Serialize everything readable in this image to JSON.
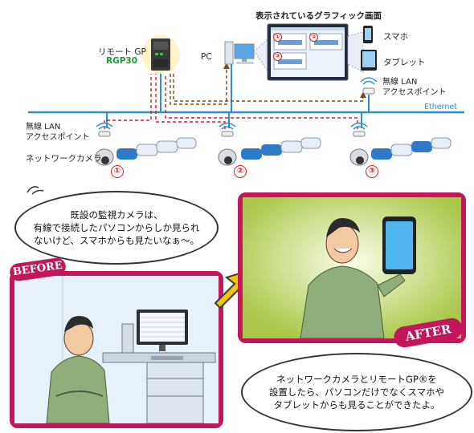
{
  "top": {
    "graphic_title": "表示されているグラフィック画面",
    "remote_gp_label": "リモート GP",
    "remote_gp_model": "RGP30",
    "pc_label": "PC",
    "smartphone_label": "スマホ",
    "tablet_label": "タブレット",
    "wlan_right": [
      "無線 LAN",
      "アクセスポイント"
    ],
    "wlan_left": [
      "無線 LAN",
      "アクセスポイント"
    ],
    "network_camera_label": "ネットワークカメラ",
    "ethernet_label": "Ethernet",
    "camera_numbers": [
      "①",
      "②",
      "③"
    ],
    "screen_numbers": [
      "①",
      "②",
      "③"
    ]
  },
  "before": {
    "tag": "BEFORE",
    "speech": [
      "既設の監視カメラは、",
      "有線で接続したパソコンからしか見られ",
      "ないけど、スマホからも見たいなぁ〜。"
    ]
  },
  "after": {
    "tag": "AFTER",
    "speech": [
      "ネットワークカメラとリモートGP®を",
      "設置したら、パソコンだけでなくスマホや",
      "タブレットからも見ることができたよ。"
    ]
  },
  "colors": {
    "ethernet_line": "#2a8fd6",
    "dashed_red": "#d62020",
    "dashed_brown": "#7a4a1a",
    "before_panel": "#e8f3fb",
    "after_panel": "#c8e06a",
    "tag_magenta": "#c2185b",
    "arrow_yellow": "#f2c600"
  }
}
